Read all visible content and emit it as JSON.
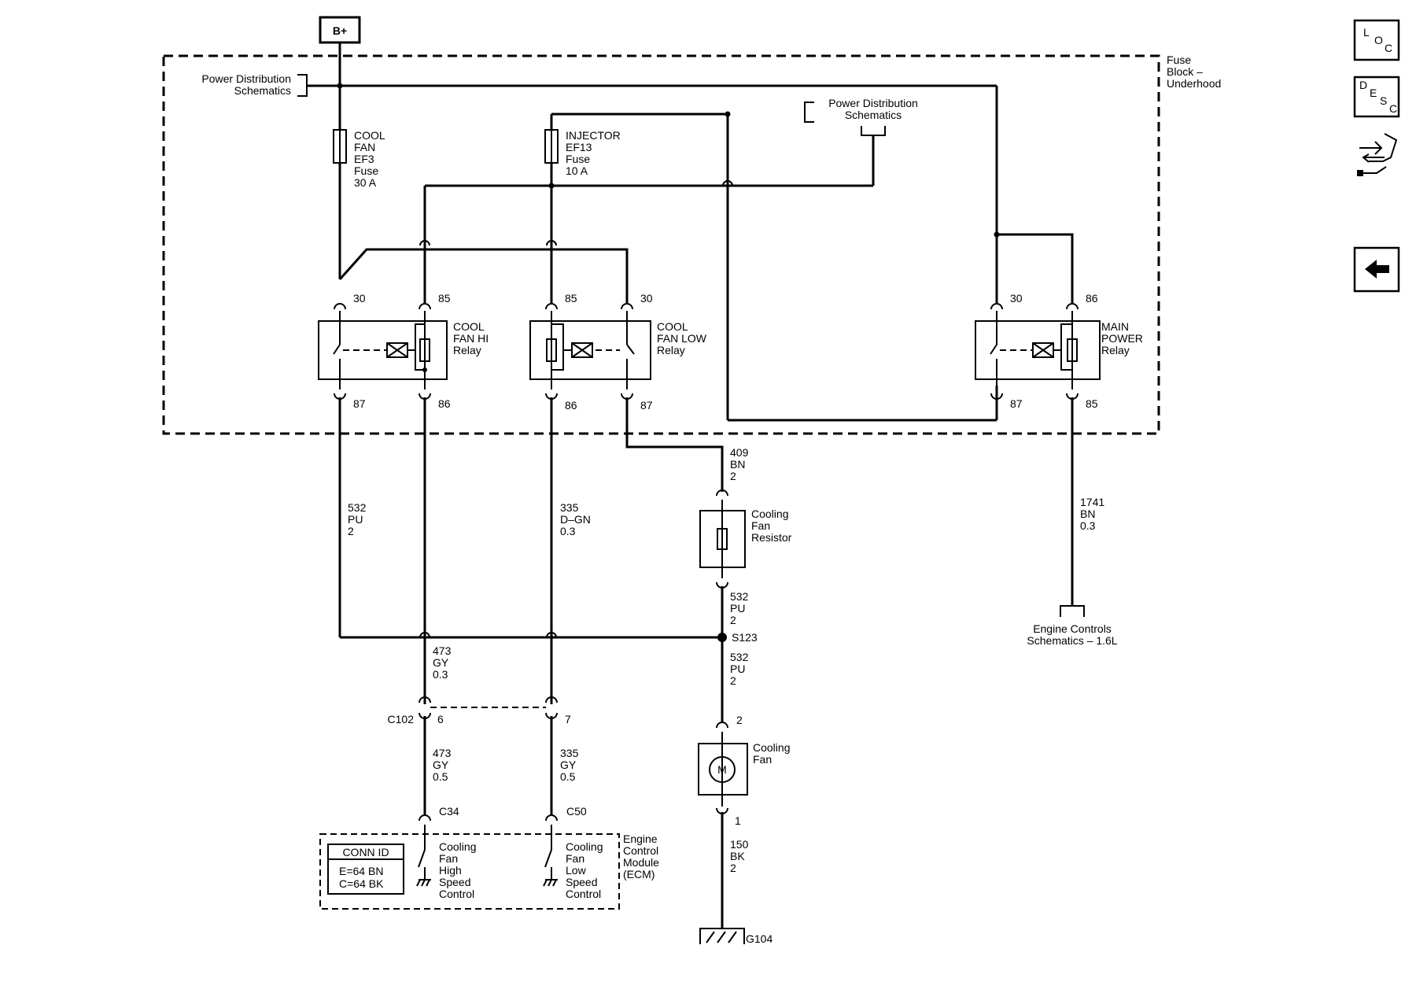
{
  "top": {
    "bplus": "B+"
  },
  "fuse_block": {
    "label_1": "Fuse",
    "label_2": "Block –",
    "label_3": "Underhood"
  },
  "refs": {
    "pds_left_1": "Power Distribution",
    "pds_left_2": "Schematics",
    "pds_right_1": "Power Distribution",
    "pds_right_2": "Schematics",
    "engine_ctrl_1": "Engine Controls",
    "engine_ctrl_2": "Schematics – 1.6L"
  },
  "fuses": {
    "cool_fan": [
      "COOL",
      "FAN",
      "EF3",
      "Fuse",
      "30 A"
    ],
    "injector": [
      "INJECTOR",
      "EF13",
      "Fuse",
      "10 A"
    ]
  },
  "relays": {
    "hi": {
      "name": [
        "COOL",
        "FAN HI",
        "Relay"
      ],
      "pins": [
        "30",
        "85",
        "87",
        "86"
      ]
    },
    "low": {
      "name": [
        "COOL",
        "FAN LOW",
        "Relay"
      ],
      "pins": [
        "85",
        "30",
        "86",
        "87"
      ]
    },
    "main": {
      "name": [
        "MAIN",
        "POWER",
        "Relay"
      ],
      "pins": [
        "30",
        "86",
        "87",
        "85"
      ]
    }
  },
  "wires": {
    "w532a": [
      "532",
      "PU",
      "2"
    ],
    "w335a": [
      "335",
      "D–GN",
      "0.3"
    ],
    "w409": [
      "409",
      "BN",
      "2"
    ],
    "w532b": [
      "532",
      "PU",
      "2"
    ],
    "w532c": [
      "532",
      "PU",
      "2"
    ],
    "w1741": [
      "1741",
      "BN",
      "0.3"
    ],
    "w473a": [
      "473",
      "GY",
      "0.3"
    ],
    "w473b": [
      "473",
      "GY",
      "0.5"
    ],
    "w335b": [
      "335",
      "GY",
      "0.5"
    ],
    "w150": [
      "150",
      "BK",
      "2"
    ]
  },
  "components": {
    "resistor": [
      "Cooling",
      "Fan",
      "Resistor"
    ],
    "fan": [
      "Cooling",
      "Fan"
    ],
    "fan_pin_top": "2",
    "fan_pin_bottom": "1",
    "motor_symbol": "M",
    "splice": "S123",
    "ground": "G104"
  },
  "connectors": {
    "c102": "C102",
    "c102_pin6": "6",
    "c102_pin7": "7",
    "c34": "C34",
    "c50": "C50"
  },
  "ecm": {
    "name": [
      "Engine",
      "Control",
      "Module",
      "(ECM)"
    ],
    "high": [
      "Cooling",
      "Fan",
      "High",
      "Speed",
      "Control"
    ],
    "low": [
      "Cooling",
      "Fan",
      "Low",
      "Speed",
      "Control"
    ],
    "conn_title": "CONN ID",
    "conn_e": "E=64 BN",
    "conn_c": "C=64 BK"
  },
  "nav": {
    "loc": [
      "L",
      "O",
      "C"
    ],
    "desc": [
      "D",
      "E",
      "S",
      "C"
    ],
    "connector_icon": "connector-end-view-icon",
    "back_icon": "back-arrow-icon"
  }
}
